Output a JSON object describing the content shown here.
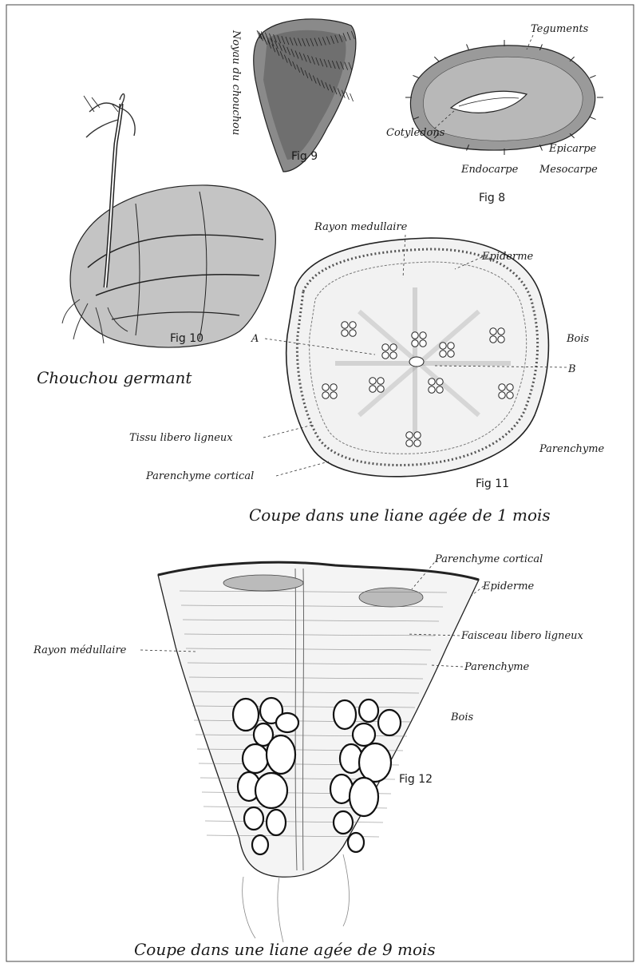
{
  "fig8": {
    "labels": {
      "teguments": "Teguments",
      "cotyledons": "Cotyledons",
      "epicarpe": "Epicarpe",
      "endocarpe": "Endocarpe",
      "mesocarpe": "Mesocarpe"
    },
    "number": "Fig 8"
  },
  "fig9": {
    "vertical_label": "Noyau du chouchou",
    "number": "Fig 9"
  },
  "fig10": {
    "number": "Fig 10",
    "caption": "Chouchou germant"
  },
  "fig11": {
    "labels": {
      "rayon_medullaire": "Rayon medullaire",
      "epiderme": "Epiderme",
      "a": "A",
      "bois": "Bois",
      "b": "B",
      "tissu": "Tissu libero ligneux",
      "parenchyme": "Parenchyme",
      "parenchyme_cortical": "Parenchyme cortical"
    },
    "number": "Fig 11",
    "caption": "Coupe dans une liane agée de 1 mois"
  },
  "fig12": {
    "labels": {
      "parenchyme_cortical": "Parenchyme cortical",
      "epiderme": "Epiderme",
      "rayon_medullaire": "Rayon médullaire",
      "faisceau": "Faisceau libero ligneux",
      "parenchyme": "Parenchyme",
      "bois": "Bois"
    },
    "number": "Fig 12",
    "caption": "Coupe dans une liane agée de 9 mois"
  }
}
